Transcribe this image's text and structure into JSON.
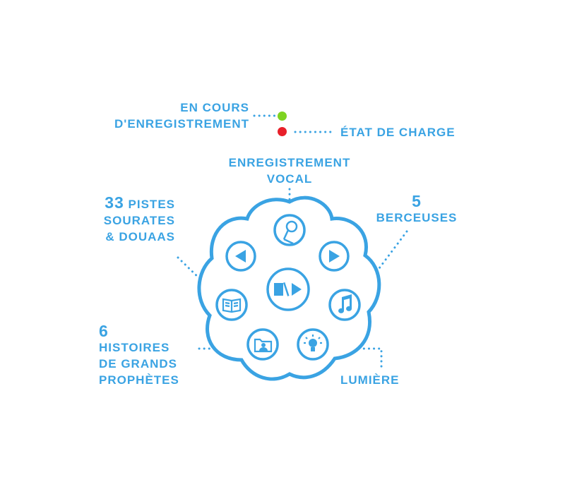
{
  "labels": {
    "recording": [
      "EN COURS",
      "D'ENREGISTREMENT"
    ],
    "charge": "ÉTAT DE CHARGE",
    "voice_recording": [
      "ENREGISTREMENT",
      "VOCAL"
    ],
    "tracks": {
      "number": "33",
      "line1": "PISTES",
      "line2": "SOURATES",
      "line3": "& DOUAAS"
    },
    "lullabies": {
      "number": "5",
      "line1": "BERCEUSES"
    },
    "stories": {
      "number": "6",
      "line1": "HISTOIRES",
      "line2": "DE GRANDS",
      "line3": "PROPHÈTES"
    },
    "light": "LUMIÈRE"
  },
  "colors": {
    "accent": "#3aa3e3",
    "led_recording": "#7ed321",
    "led_charge": "#e8202a"
  },
  "buttons": [
    {
      "name": "microphone-button",
      "icon": "microphone-icon"
    },
    {
      "name": "previous-button",
      "icon": "previous-icon"
    },
    {
      "name": "next-button",
      "icon": "next-icon"
    },
    {
      "name": "play-pause-button",
      "icon": "play-pause-icon"
    },
    {
      "name": "stories-button",
      "icon": "book-icon"
    },
    {
      "name": "lullabies-button",
      "icon": "music-note-icon"
    },
    {
      "name": "recordings-button",
      "icon": "user-folder-icon"
    },
    {
      "name": "light-button",
      "icon": "light-bulb-icon"
    }
  ]
}
